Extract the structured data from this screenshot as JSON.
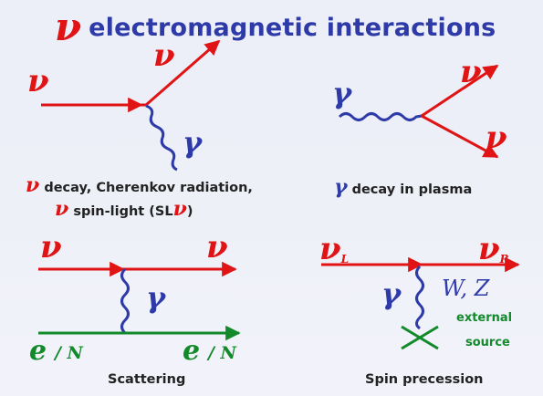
{
  "title": {
    "symbol": "ν",
    "text": "electromagnetic  interactions"
  },
  "diagrams": [
    {
      "id": "decay",
      "labels": {
        "in": "ν",
        "out": "ν",
        "photon": "γ"
      },
      "caption": {
        "line1_symbol": "ν",
        "line1_text": " decay, Cherenkov radiation,",
        "line2_symbol": "ν",
        "line2_text": " spin-light  (SL",
        "line2_symbol2": "ν",
        "line2_end": ")"
      }
    },
    {
      "id": "plasma",
      "labels": {
        "photon": "γ",
        "out_top": "ν",
        "out_bottom": "ν"
      },
      "caption": {
        "symbol": "γ",
        "text": " decay in plasma"
      }
    },
    {
      "id": "scattering",
      "labels": {
        "nu_in": "ν",
        "nu_out": "ν",
        "photon": "γ",
        "e_in": "e",
        "n_in": "/ N",
        "e_out": "e",
        "n_out": "/ N"
      },
      "caption": {
        "text": "Scattering"
      }
    },
    {
      "id": "precession",
      "labels": {
        "nu_in": "ν",
        "sub_in": "L",
        "nu_out": "ν",
        "sub_out": "R",
        "photon": "γ",
        "wz": "W, Z",
        "source_line1": "external",
        "source_line2": "source"
      },
      "caption": {
        "text": "Spin precession"
      }
    }
  ],
  "colors": {
    "neutrino": "#e01414",
    "photon": "#2d3aa8",
    "matter": "#128a2a"
  }
}
